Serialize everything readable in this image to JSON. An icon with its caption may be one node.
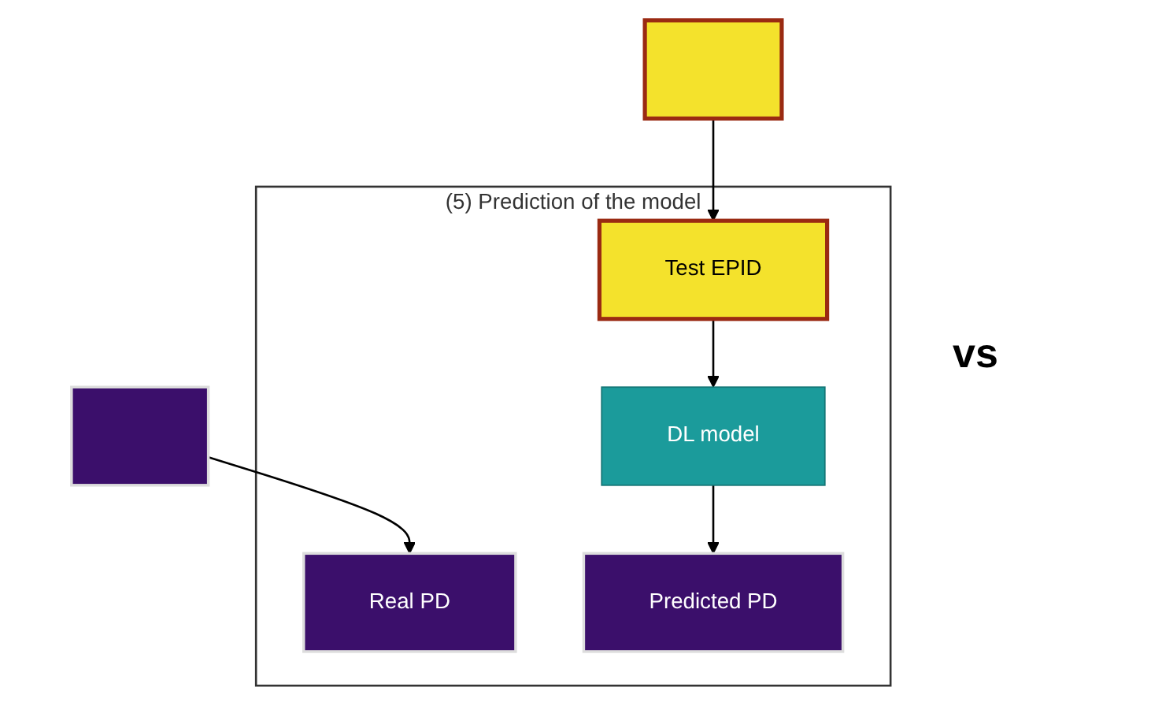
{
  "diagram": {
    "nodes": [
      {
        "text": [],
        "shape": "box"
      },
      {
        "text": [],
        "shape": "box"
      },
      {
        "text": [
          "(5) Prediction of the model"
        ]
      },
      {
        "text": [
          "Real PD"
        ],
        "in": 2
      },
      {
        "text": [
          "Predicted PD"
        ],
        "in": 2
      },
      {
        "text": [
          "DL model"
        ],
        "in": 2
      },
      {
        "text": [
          "Test EPID"
        ],
        "in": 2
      }
    ],
    "edges": [
      {
        "from": 0,
        "to": 3,
        "arrow": "to"
      },
      {
        "from": 1,
        "to": 6,
        "arrow": "to"
      },
      {
        "from": 6,
        "to": 5,
        "arrow": "to"
      },
      {
        "from": 5,
        "to": 4,
        "arrow": "to"
      }
    ],
    "labels": [
      "vs"
    ]
  }
}
